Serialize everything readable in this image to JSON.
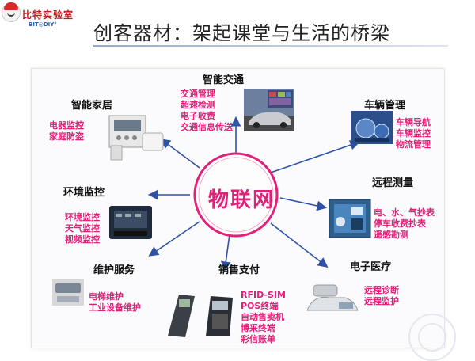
{
  "header": {
    "logo_text": "比特实验室",
    "logo_sub": "BIT◎DIY°",
    "title": "创客器材：架起课堂与生活的桥梁"
  },
  "center": {
    "label": "物联网"
  },
  "nodes": {
    "smart_transport": {
      "title": "智能交通",
      "items": [
        "交通管理",
        "超速检测",
        "电子收费",
        "交通信息传送"
      ]
    },
    "smart_home": {
      "title": "智能家居",
      "items": [
        "电器监控",
        "家庭防盗"
      ]
    },
    "vehicle": {
      "title": "车辆管理",
      "items": [
        "车辆导航",
        "车辆监控",
        "物流管理"
      ]
    },
    "environment": {
      "title": "环境监控",
      "items": [
        "环境监控",
        "天气监控",
        "视频监控"
      ]
    },
    "remote_metering": {
      "title": "远程测量",
      "items": [
        "电、水、气抄表",
        "停车收费抄表",
        "遥感勘测"
      ]
    },
    "maintenance": {
      "title": "维护服务",
      "items": [
        "电梯维护",
        "工业设备维护"
      ]
    },
    "payment": {
      "title": "销售支付",
      "items": [
        "RFID-SIM",
        "POS终端",
        "自动售卖机",
        "博采终端",
        "彩信账单"
      ]
    },
    "medical": {
      "title": "电子医疗",
      "items": [
        "远程诊断",
        "远程监护"
      ]
    }
  },
  "colors": {
    "accent": "#e0217a",
    "arrow": "#2f52a7",
    "ring": "#e0217a"
  },
  "icons": {
    "logo": "cartoon-face-icon",
    "transport": "car-photo-icon",
    "home": "control-box-icon",
    "vehicle": "car-dashboard-icon",
    "environment": "sensor-module-icon",
    "metering": "meter-panel-icon",
    "maintenance": "equipment-icon",
    "payment": "pos-terminal-icon",
    "medical": "telephone-monitor-icon"
  }
}
